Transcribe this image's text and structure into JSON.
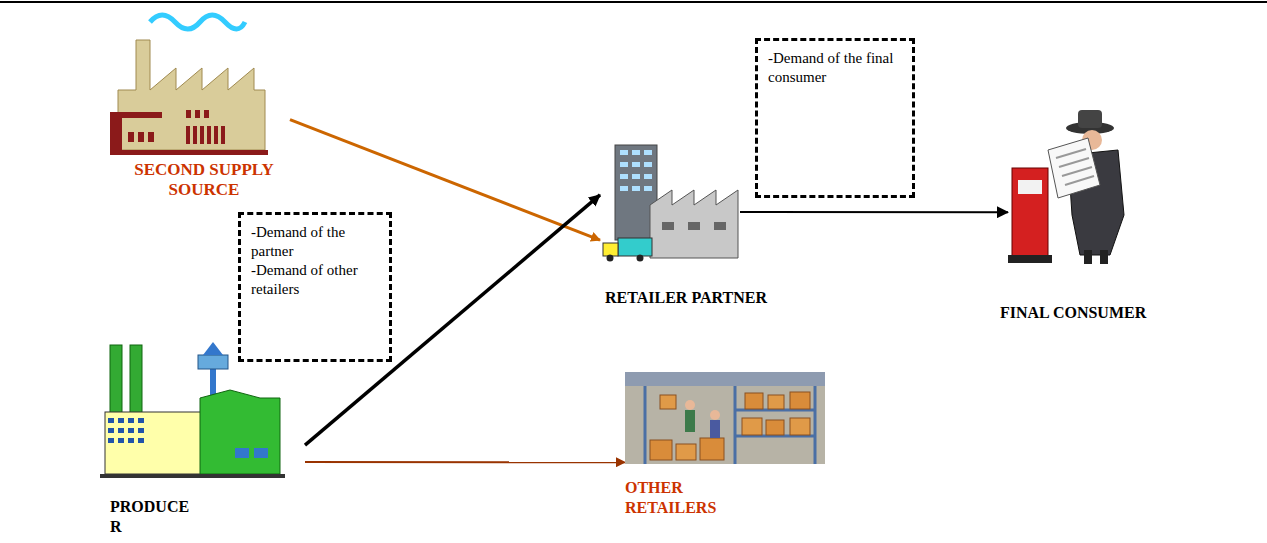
{
  "diagram": {
    "nodes": [
      {
        "text": [
          "SECOND SUPPLY SOURCE"
        ]
      },
      {
        "text": [
          "-Demand of the final consumer"
        ]
      },
      {
        "text": [
          "-Demand of the partner",
          "-Demand of other retailers"
        ]
      },
      {
        "text": [
          "RETAILER PARTNER"
        ]
      },
      {
        "text": [
          "FINAL CONSUMER"
        ]
      },
      {
        "text": [
          "OTHER RETAILERS"
        ]
      },
      {
        "text": [
          "PRODUCE R"
        ]
      }
    ],
    "edges": [
      {
        "from": 0,
        "to": 3,
        "arrow": "to"
      },
      {
        "from": 6,
        "to": 3,
        "arrow": "to"
      },
      {
        "from": 3,
        "to": 4,
        "arrow": "to"
      },
      {
        "from": 6,
        "to": 5,
        "arrow": "to"
      }
    ]
  }
}
